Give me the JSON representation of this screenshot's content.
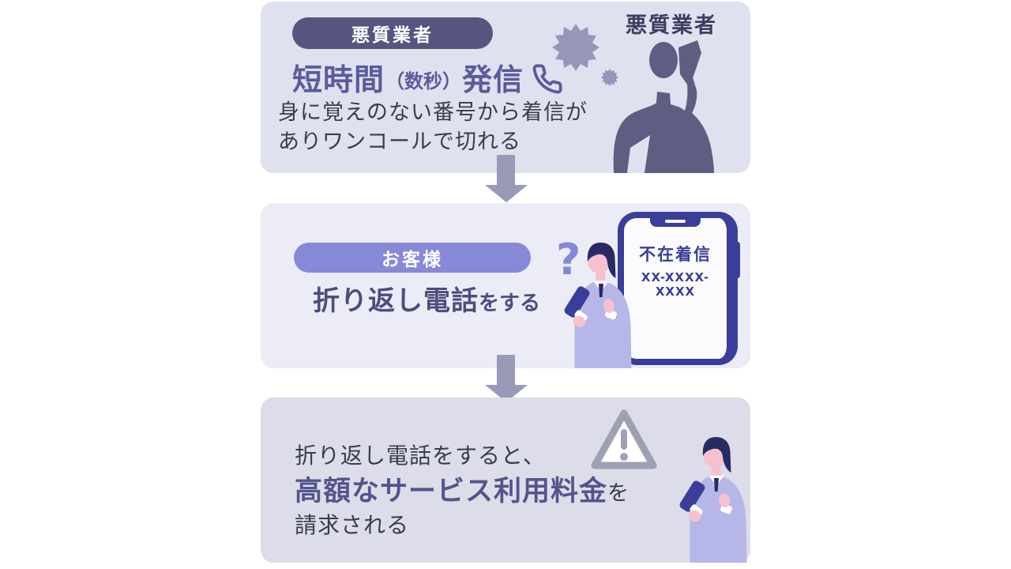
{
  "colors": {
    "panel1_bg": "#e0e1ee",
    "panel2_bg": "#ececf7",
    "panel3_bg": "#dcdde9",
    "badge1_bg": "#555580",
    "badge2_bg": "#8788d8",
    "heading1_text": "#5a5b9c",
    "heading2_text": "#4c4d7d",
    "body_text": "#3a3a52",
    "figure_label_text": "#3d3d5f",
    "emphasis_text": "#54548c",
    "arrow": "#989ab8",
    "burst": "#9697b8",
    "silhouette": "#5d5e81",
    "phone_outline": "#3b3e98",
    "question_mark": "#8587d8",
    "suit": "#b6b6e8",
    "skin": "#f6c0ce",
    "hair": "#272a63",
    "warning_gray": "#9fa0b3"
  },
  "icons": {
    "phone_call": "phone-receiver-icon",
    "burst": "burst-icon",
    "down_arrow": "down-arrow-icon",
    "warning": "warning-triangle-icon"
  },
  "steps": {
    "step1": {
      "badge": "悪質業者",
      "heading": {
        "main": "短時間",
        "paren": "（数秒）",
        "tail": "発信"
      },
      "body": [
        "身に覚えのない番号から着信が",
        "ありワンコールで切れる"
      ],
      "figure_label": "悪質業者"
    },
    "step2": {
      "badge": "お客様",
      "heading": {
        "main": "折り返し電話",
        "tail": "をする"
      },
      "question_mark": "?",
      "phone": {
        "title": "不在着信",
        "number": "XX-XXXX-XXXX"
      }
    },
    "step3": {
      "line1": "折り返し電話をすると、",
      "emphasis": "高額なサービス利用料金",
      "particle": "を",
      "line3": "請求される"
    }
  }
}
